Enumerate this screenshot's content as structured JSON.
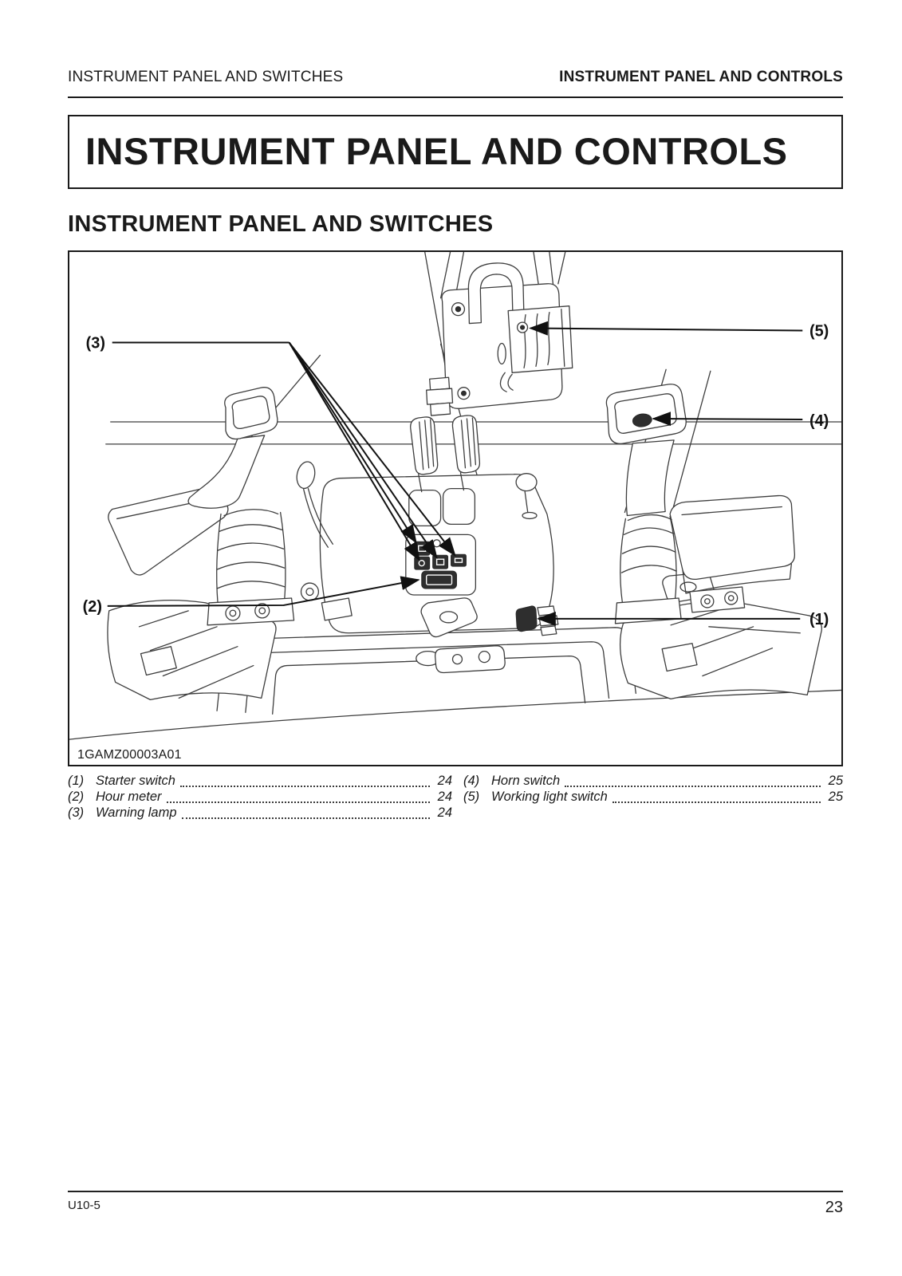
{
  "header": {
    "left": "INSTRUMENT PANEL AND SWITCHES",
    "right": "INSTRUMENT PANEL AND CONTROLS"
  },
  "title": "INSTRUMENT PANEL AND CONTROLS",
  "section_heading": "INSTRUMENT PANEL AND SWITCHES",
  "figure": {
    "code": "1GAMZ00003A01",
    "callouts": [
      {
        "label": "(1)"
      },
      {
        "label": "(2)"
      },
      {
        "label": "(3)"
      },
      {
        "label": "(4)"
      },
      {
        "label": "(5)"
      }
    ]
  },
  "legend": {
    "left": [
      {
        "num": "(1)",
        "label": "Starter switch",
        "page": "24"
      },
      {
        "num": "(2)",
        "label": "Hour meter",
        "page": "24"
      },
      {
        "num": "(3)",
        "label": "Warning lamp",
        "page": "24"
      }
    ],
    "right": [
      {
        "num": "(4)",
        "label": "Horn switch",
        "page": "25"
      },
      {
        "num": "(5)",
        "label": "Working light switch",
        "page": "25"
      }
    ]
  },
  "footer": {
    "model": "U10-5",
    "page": "23"
  },
  "colors": {
    "ink": "#1a1a1a",
    "drawing_line": "#3d3d3d",
    "dark_fill": "#2e2e2e"
  }
}
